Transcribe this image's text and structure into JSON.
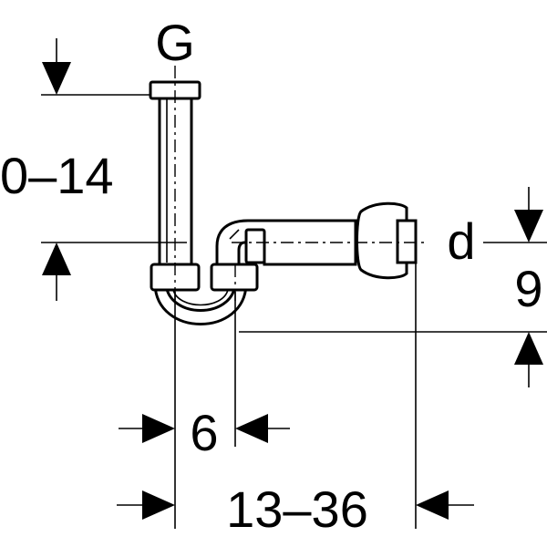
{
  "diagram": {
    "labels": {
      "thread": "G",
      "outlet_diameter": "d",
      "height_range": "0–14",
      "drop": "9",
      "inlet_spacing": "6",
      "outlet_length_range": "13–36"
    }
  }
}
